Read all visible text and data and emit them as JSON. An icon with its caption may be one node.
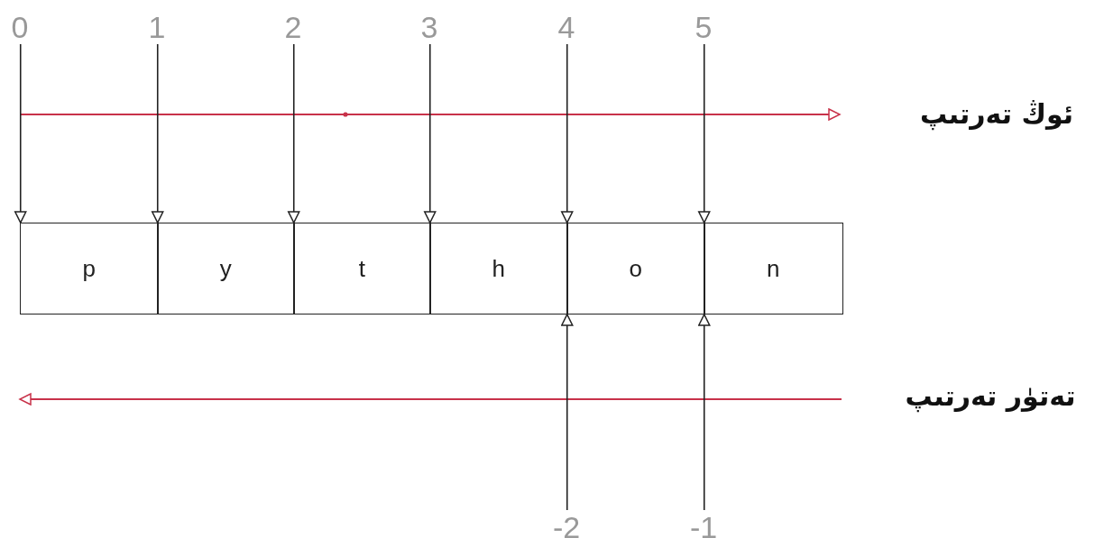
{
  "diagram": {
    "nodes": [
      {
        "text": [
          "0"
        ]
      },
      {
        "text": [
          "1"
        ]
      },
      {
        "text": [
          "2"
        ]
      },
      {
        "text": [
          "3"
        ]
      },
      {
        "text": [
          "4"
        ]
      },
      {
        "text": [
          "5"
        ]
      },
      {
        "text": [
          "p"
        ]
      },
      {
        "text": [
          "y"
        ]
      },
      {
        "text": [
          "t"
        ]
      },
      {
        "text": [
          "h"
        ]
      },
      {
        "text": [
          "o"
        ]
      },
      {
        "text": [
          "n"
        ]
      },
      {
        "text": [
          "-2"
        ]
      },
      {
        "text": [
          "-1"
        ]
      }
    ],
    "edges": [
      {
        "from": 0,
        "to": 6,
        "arrow": "to"
      },
      {
        "from": 1,
        "to": 7,
        "arrow": "to"
      },
      {
        "from": 2,
        "to": 8,
        "arrow": "to"
      },
      {
        "from": 3,
        "to": 9,
        "arrow": "to"
      },
      {
        "from": 4,
        "to": 10,
        "arrow": "to"
      },
      {
        "from": 5,
        "to": 11,
        "arrow": "to"
      },
      {
        "from": 12,
        "to": 10,
        "arrow": "to"
      },
      {
        "from": 13,
        "to": 11,
        "arrow": "to"
      }
    ],
    "labels": [
      "ئوڭ تەرتىپ",
      "تەتۈر تەرتىپ"
    ]
  }
}
